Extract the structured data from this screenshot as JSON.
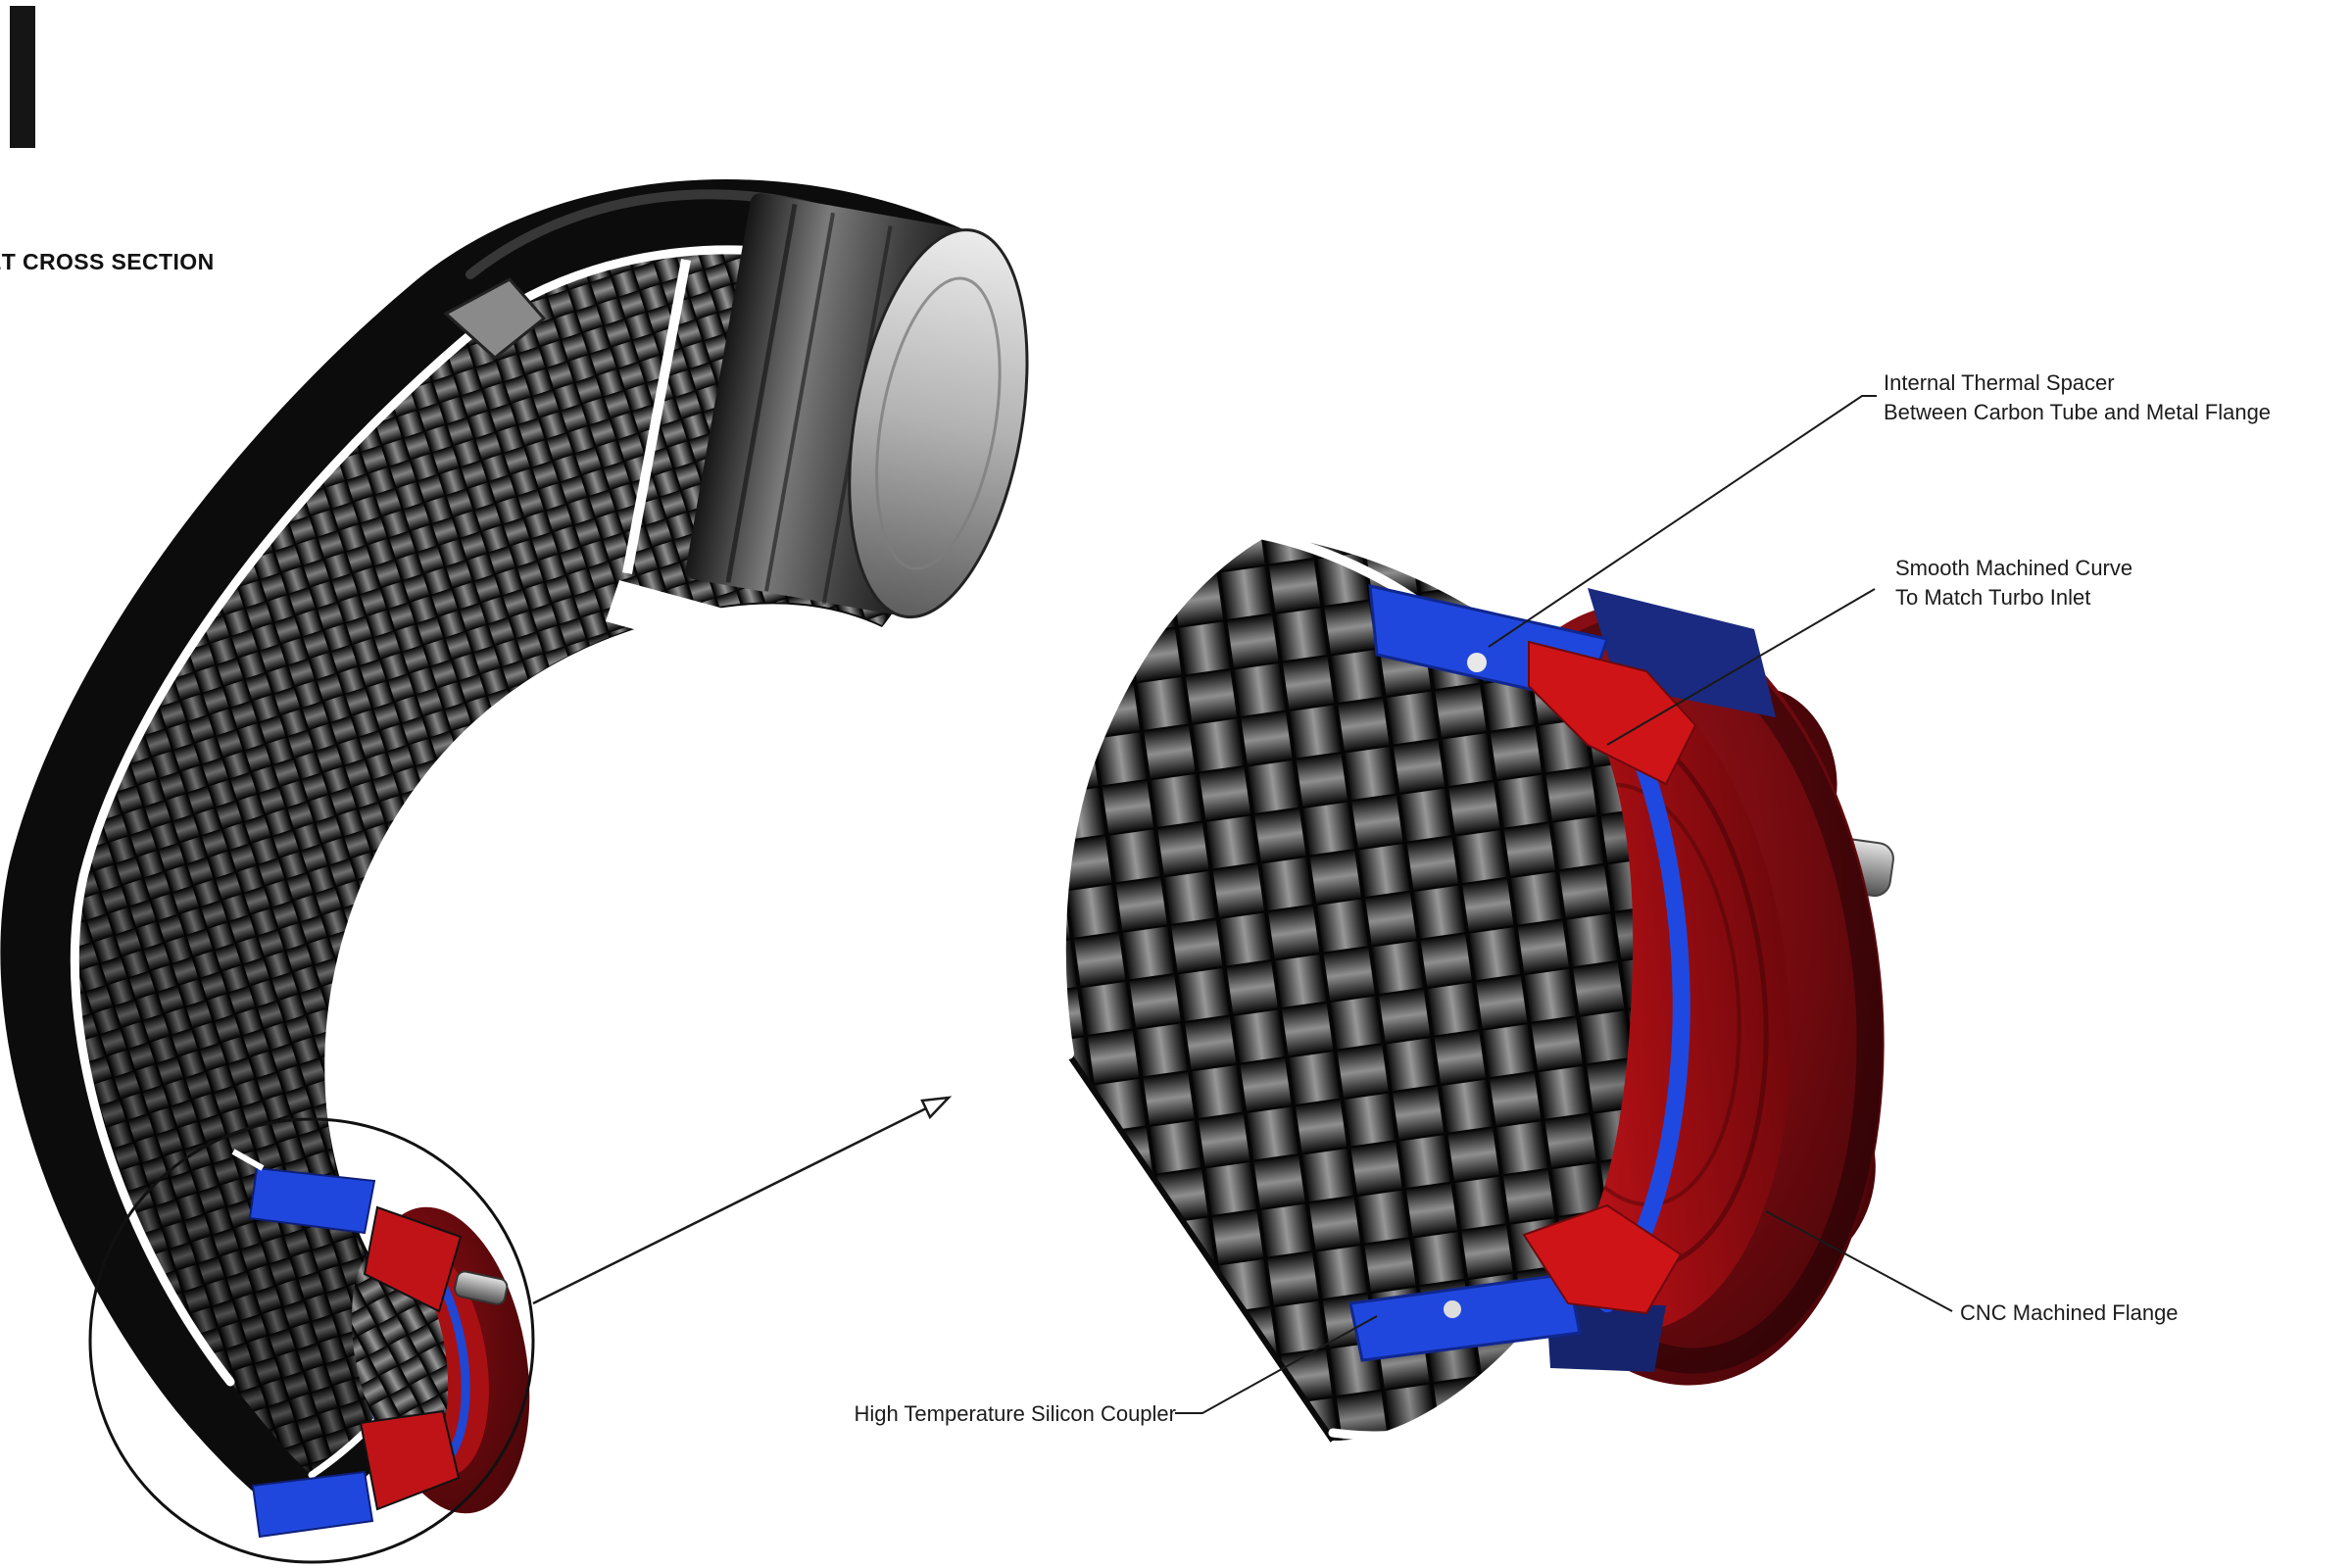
{
  "title": {
    "text": "ET CROSS SECTION"
  },
  "labels": {
    "thermal_spacer": {
      "line1": "Internal Thermal Spacer",
      "line2": "Between Carbon Tube and Metal Flange"
    },
    "machined_curve": {
      "line1": "Smooth Machined Curve",
      "line2": "To Match Turbo Inlet"
    },
    "cnc_flange": {
      "text": "CNC Machined Flange"
    },
    "silicon_coupler": {
      "text": "High Temperature Silicon Coupler"
    }
  },
  "colors": {
    "coupler_blue": "#2047dd",
    "coupler_blue_dark": "#16246e",
    "flange_red_bright": "#cf1418",
    "flange_red_dark": "#6d0a0e",
    "leader_line": "#1a1a1a",
    "background": "#ffffff"
  }
}
